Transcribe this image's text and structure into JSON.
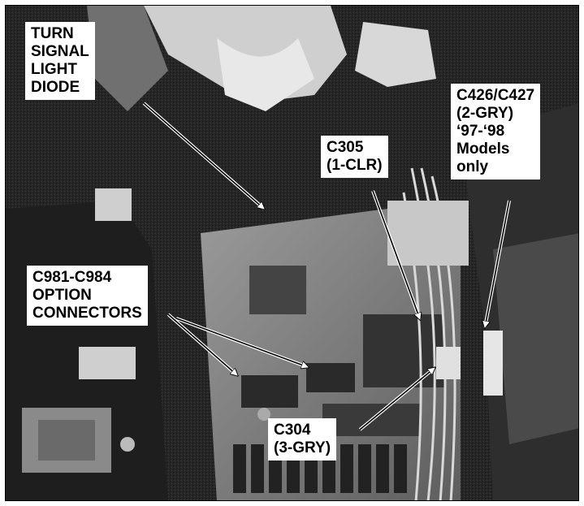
{
  "callouts": {
    "turn_signal": [
      "TURN",
      "SIGNAL",
      "LIGHT",
      "DIODE"
    ],
    "c426": [
      "C426/C427",
      "(2-GRY)",
      "‘97-‘98",
      "Models",
      "only"
    ],
    "c305": [
      "C305",
      "(1-CLR)"
    ],
    "c981": [
      "C981-C984",
      "OPTION",
      "CONNECTORS"
    ],
    "c304": [
      "C304",
      "(3-GRY)"
    ]
  },
  "colors": {
    "background": "#1a1a1a",
    "label_bg": "#ffffff",
    "label_text": "#000000"
  }
}
